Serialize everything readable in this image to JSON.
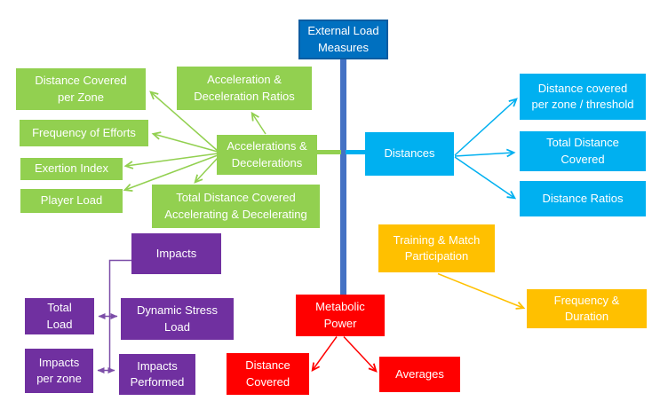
{
  "diagram": {
    "description": "External Load Measures mind map",
    "palette": {
      "dark_blue": "#0070C0",
      "connector_blue": "#4472C4",
      "green": "#92D050",
      "cyan": "#00B0F0",
      "purple": "#7030A0",
      "connector_purple": "#7C4EA8",
      "red": "#FF0000",
      "orange": "#FFC000",
      "text": "#FFFFFF"
    },
    "nodes": {
      "external_load_measures": {
        "label": "External Load\nMeasures",
        "color": "dark_blue"
      },
      "distance_covered_per_zone": {
        "label": "Distance Covered\nper Zone",
        "color": "green"
      },
      "acceleration_deceleration_ratios": {
        "label": "Acceleration &\nDeceleration Ratios",
        "color": "green"
      },
      "frequency_of_efforts": {
        "label": "Frequency of Efforts",
        "color": "green"
      },
      "exertion_index": {
        "label": "Exertion Index",
        "color": "green"
      },
      "player_load": {
        "label": "Player Load",
        "color": "green"
      },
      "accelerations_decelerations": {
        "label": "Accelerations &\nDecelerations",
        "color": "green"
      },
      "total_distance_accel_decel": {
        "label": "Total Distance Covered\nAccelerating & Decelerating",
        "color": "green"
      },
      "distances": {
        "label": "Distances",
        "color": "cyan"
      },
      "distance_covered_per_zone_threshold": {
        "label": "Distance covered\nper zone / threshold",
        "color": "cyan"
      },
      "total_distance_covered": {
        "label": "Total Distance\nCovered",
        "color": "cyan"
      },
      "distance_ratios": {
        "label": "Distance Ratios",
        "color": "cyan"
      },
      "impacts": {
        "label": "Impacts",
        "color": "purple"
      },
      "total_load": {
        "label": "Total\nLoad",
        "color": "purple"
      },
      "dynamic_stress_load": {
        "label": "Dynamic Stress\nLoad",
        "color": "purple"
      },
      "impacts_per_zone": {
        "label": "Impacts\nper zone",
        "color": "purple"
      },
      "impacts_performed": {
        "label": "Impacts\nPerformed",
        "color": "purple"
      },
      "metabolic_power": {
        "label": "Metabolic\nPower",
        "color": "red"
      },
      "distance_covered": {
        "label": "Distance\nCovered",
        "color": "red"
      },
      "averages": {
        "label": "Averages",
        "color": "red"
      },
      "training_match_participation": {
        "label": "Training & Match\nParticipation",
        "color": "orange"
      },
      "frequency_duration": {
        "label": "Frequency &\nDuration",
        "color": "orange"
      }
    },
    "edges": [
      "external_load_measures -> metabolic_power (trunk)",
      "accelerations_decelerations -> distance_covered_per_zone",
      "accelerations_decelerations -> acceleration_deceleration_ratios",
      "accelerations_decelerations -> frequency_of_efforts",
      "accelerations_decelerations -> exertion_index",
      "accelerations_decelerations -> player_load",
      "accelerations_decelerations -> total_distance_accel_decel",
      "trunk - accelerations_decelerations (stub)",
      "trunk - distances (stub)",
      "distances -> distance_covered_per_zone_threshold",
      "distances -> total_distance_covered",
      "distances -> distance_ratios",
      "impacts - total_load/dynamic_stress_load junction",
      "total_load <-> dynamic_stress_load",
      "impacts_per_zone <-> impacts_performed",
      "metabolic_power -> distance_covered",
      "metabolic_power -> averages",
      "training_match_participation -> frequency_duration"
    ]
  }
}
